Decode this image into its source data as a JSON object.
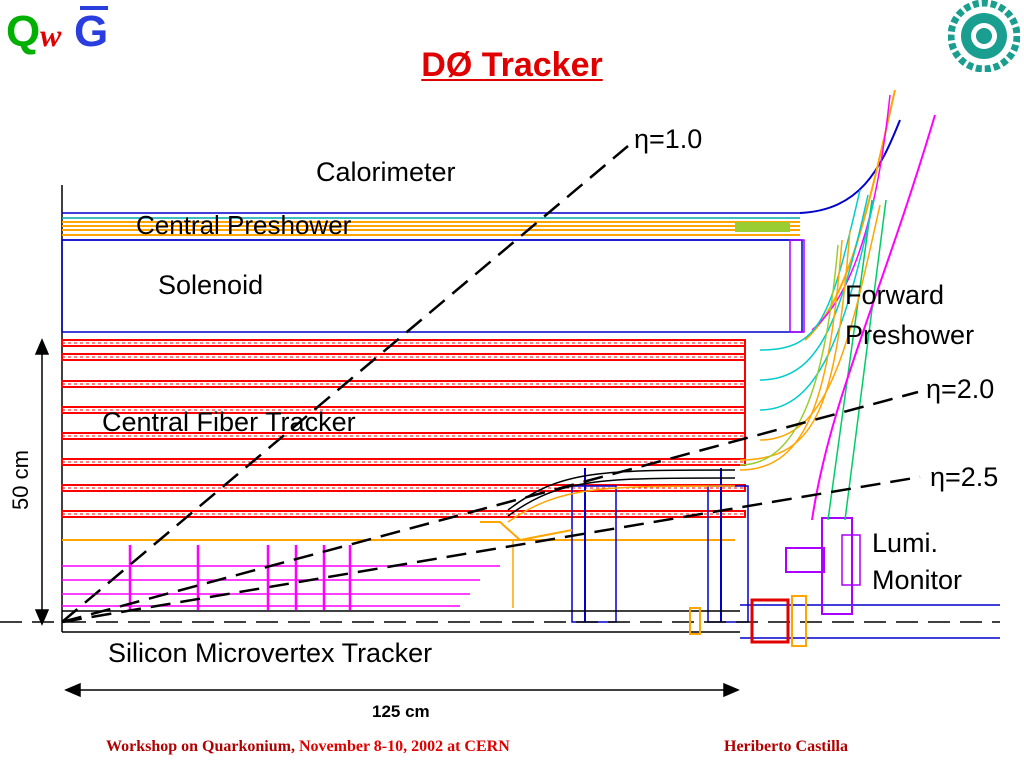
{
  "title": "DØ Tracker",
  "logo_text": "QwG",
  "labels": {
    "calorimeter": "Calorimeter",
    "central_preshower": "Central Preshower",
    "solenoid": "Solenoid",
    "forward_preshower_1": "Forward",
    "forward_preshower_2": "Preshower",
    "central_fiber_tracker": "Central Fiber Tracker",
    "lumi_1": "Lumi.",
    "lumi_2": "Monitor",
    "smt": "Silicon Microvertex Tracker",
    "eta1": "η=1.0",
    "eta2": "η=2.0",
    "eta25": "η=2.5",
    "dim_vertical": "50 cm",
    "dim_horizontal": "125 cm"
  },
  "footer": {
    "left_black": "Workshop on Quarkonium,",
    "left_red": " November 8-10, 2002 at CERN",
    "right": "Heriberto Castilla"
  },
  "colors": {
    "title": "#e00000",
    "footer": "#b00000",
    "fiber_layers": "#ff0000",
    "preshower": "#ffa500",
    "smt_disks": "#ff00ff",
    "support": "#0000cc",
    "seal": "#1a9e8f"
  }
}
